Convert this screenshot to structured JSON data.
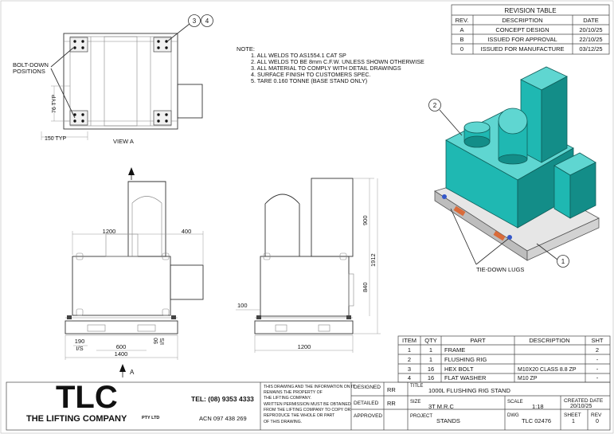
{
  "revision_table": {
    "title": "REVISION TABLE",
    "headers": [
      "REV.",
      "DESCRIPTION",
      "DATE"
    ],
    "rows": [
      [
        "A",
        "CONCEPT DESIGN",
        "20/10/25"
      ],
      [
        "B",
        "ISSUED FOR APPROVAL",
        "22/10/25"
      ],
      [
        "0",
        "ISSUED FOR MANUFACTURE",
        "03/12/25"
      ]
    ]
  },
  "notes": {
    "heading": "NOTE:",
    "items": [
      "1. ALL WELDS TO AS1554.1 CAT SP",
      "2. ALL WELDS TO BE 8mm C.F.W. UNLESS SHOWN OTHERWISE",
      "3. ALL MATERIAL TO COMPLY WITH DETAIL DRAWINGS",
      "4. SURFACE FINISH TO CUSTOMERS SPEC.",
      "5. TARE 0.160 TONNE (BASE STAND ONLY)"
    ]
  },
  "view_a": {
    "label": "VIEW A",
    "bolt_label_1": "BOLT-DOWN",
    "bolt_label_2": "POSITIONS",
    "dim_76": "76 TYP",
    "dim_150": "150 TYP",
    "balloon_3": "3",
    "balloon_4": "4"
  },
  "front_view": {
    "dim_1200": "1200",
    "dim_400": "400",
    "dim_190": "190",
    "dim_is_1": "I/S",
    "dim_600": "600",
    "dim_1400": "1400",
    "dim_90": "90",
    "dim_is_2": "I/S",
    "arrow_label": "A"
  },
  "side_view": {
    "dim_900": "900",
    "dim_1912": "1912",
    "dim_840": "840",
    "dim_100": "100",
    "dim_1200": "1200"
  },
  "iso_view": {
    "balloon_2": "2",
    "balloon_1": "1",
    "tie_down_label": "TIE-DOWN LUGS"
  },
  "parts_list": {
    "headers": [
      "ITEM",
      "QTY",
      "PART",
      "DESCRIPTION",
      "SHT"
    ],
    "rows": [
      [
        "1",
        "1",
        "FRAME",
        "",
        "2"
      ],
      [
        "2",
        "1",
        "FLUSHING RIG",
        "",
        "-"
      ],
      [
        "3",
        "16",
        "HEX BOLT",
        "M10X20 CLASS 8.8 ZP",
        "-"
      ],
      [
        "4",
        "16",
        "FLAT WASHER",
        "M10 ZP",
        "-"
      ]
    ]
  },
  "title_block": {
    "logo_text": "TLC",
    "company_name": "THE LIFTING COMPANY",
    "pty": "PTY LTD",
    "phone": "TEL: (08) 9353 4333",
    "acn": "ACN 097 438 269",
    "disclaimer": [
      "THIS DRAWING AND THE INFORMATION ON IT",
      "REMAINS THE PROPERTY OF",
      "THE LIFTING COMPANY.",
      "WRITTEN PERMISSION MUST BE OBTAINED",
      "FROM THE LIFTING COMPANY TO COPY OR",
      "REPRODUCE THE WHOLE OR PART",
      "OF THIS DRAWING."
    ],
    "designed_label": "DESIGNED",
    "designed_value": "RR",
    "detailed_label": "DETAILED",
    "detailed_value": "RR",
    "approved_label": "APPROVED",
    "title_label": "TITLE",
    "title_value": "1000L FLUSHING RIG STAND",
    "size_label": "SIZE",
    "size_value": "3T M.R.C",
    "scale_label": "SCALE",
    "scale_value": "1:18",
    "created_label": "CREATED DATE",
    "created_value": "20/10/25",
    "project_label": "PROJECT",
    "project_value": "STANDS",
    "dwg_label": "DWG",
    "dwg_value": "TLC 02476",
    "sheet_label": "SHEET",
    "sheet_value": "1",
    "rev_label": "REV",
    "rev_value": "0"
  },
  "colors": {
    "teal": "#1fb8b2",
    "teal_dark": "#138d88",
    "teal_light": "#5fd6d1",
    "frame": "#c9c9c9",
    "orange": "#d96b3a",
    "blue": "#3457c9"
  }
}
